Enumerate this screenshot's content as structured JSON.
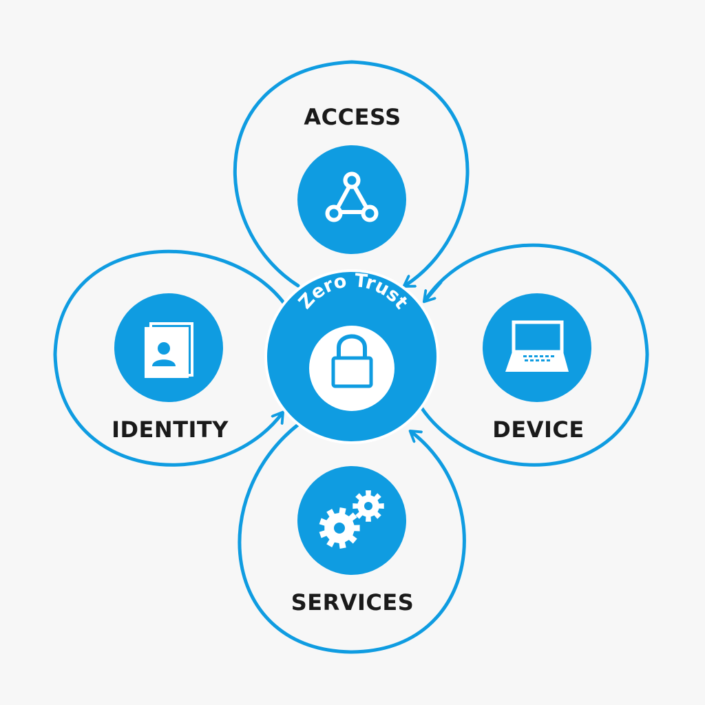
{
  "center": {
    "title": "Zero Trust",
    "icon": "padlock-icon"
  },
  "nodes": [
    {
      "key": "access",
      "label": "ACCESS",
      "icon": "network-nodes-icon"
    },
    {
      "key": "device",
      "label": "DEVICE",
      "icon": "laptop-icon"
    },
    {
      "key": "services",
      "label": "SERVICES",
      "icon": "gears-icon"
    },
    {
      "key": "identity",
      "label": "IDENTITY",
      "icon": "identity-card-icon"
    }
  ],
  "colors": {
    "accent": "#0f9ce1",
    "background": "#f7f7f7",
    "text": "#1a1a1a",
    "icon_fg": "#ffffff"
  }
}
